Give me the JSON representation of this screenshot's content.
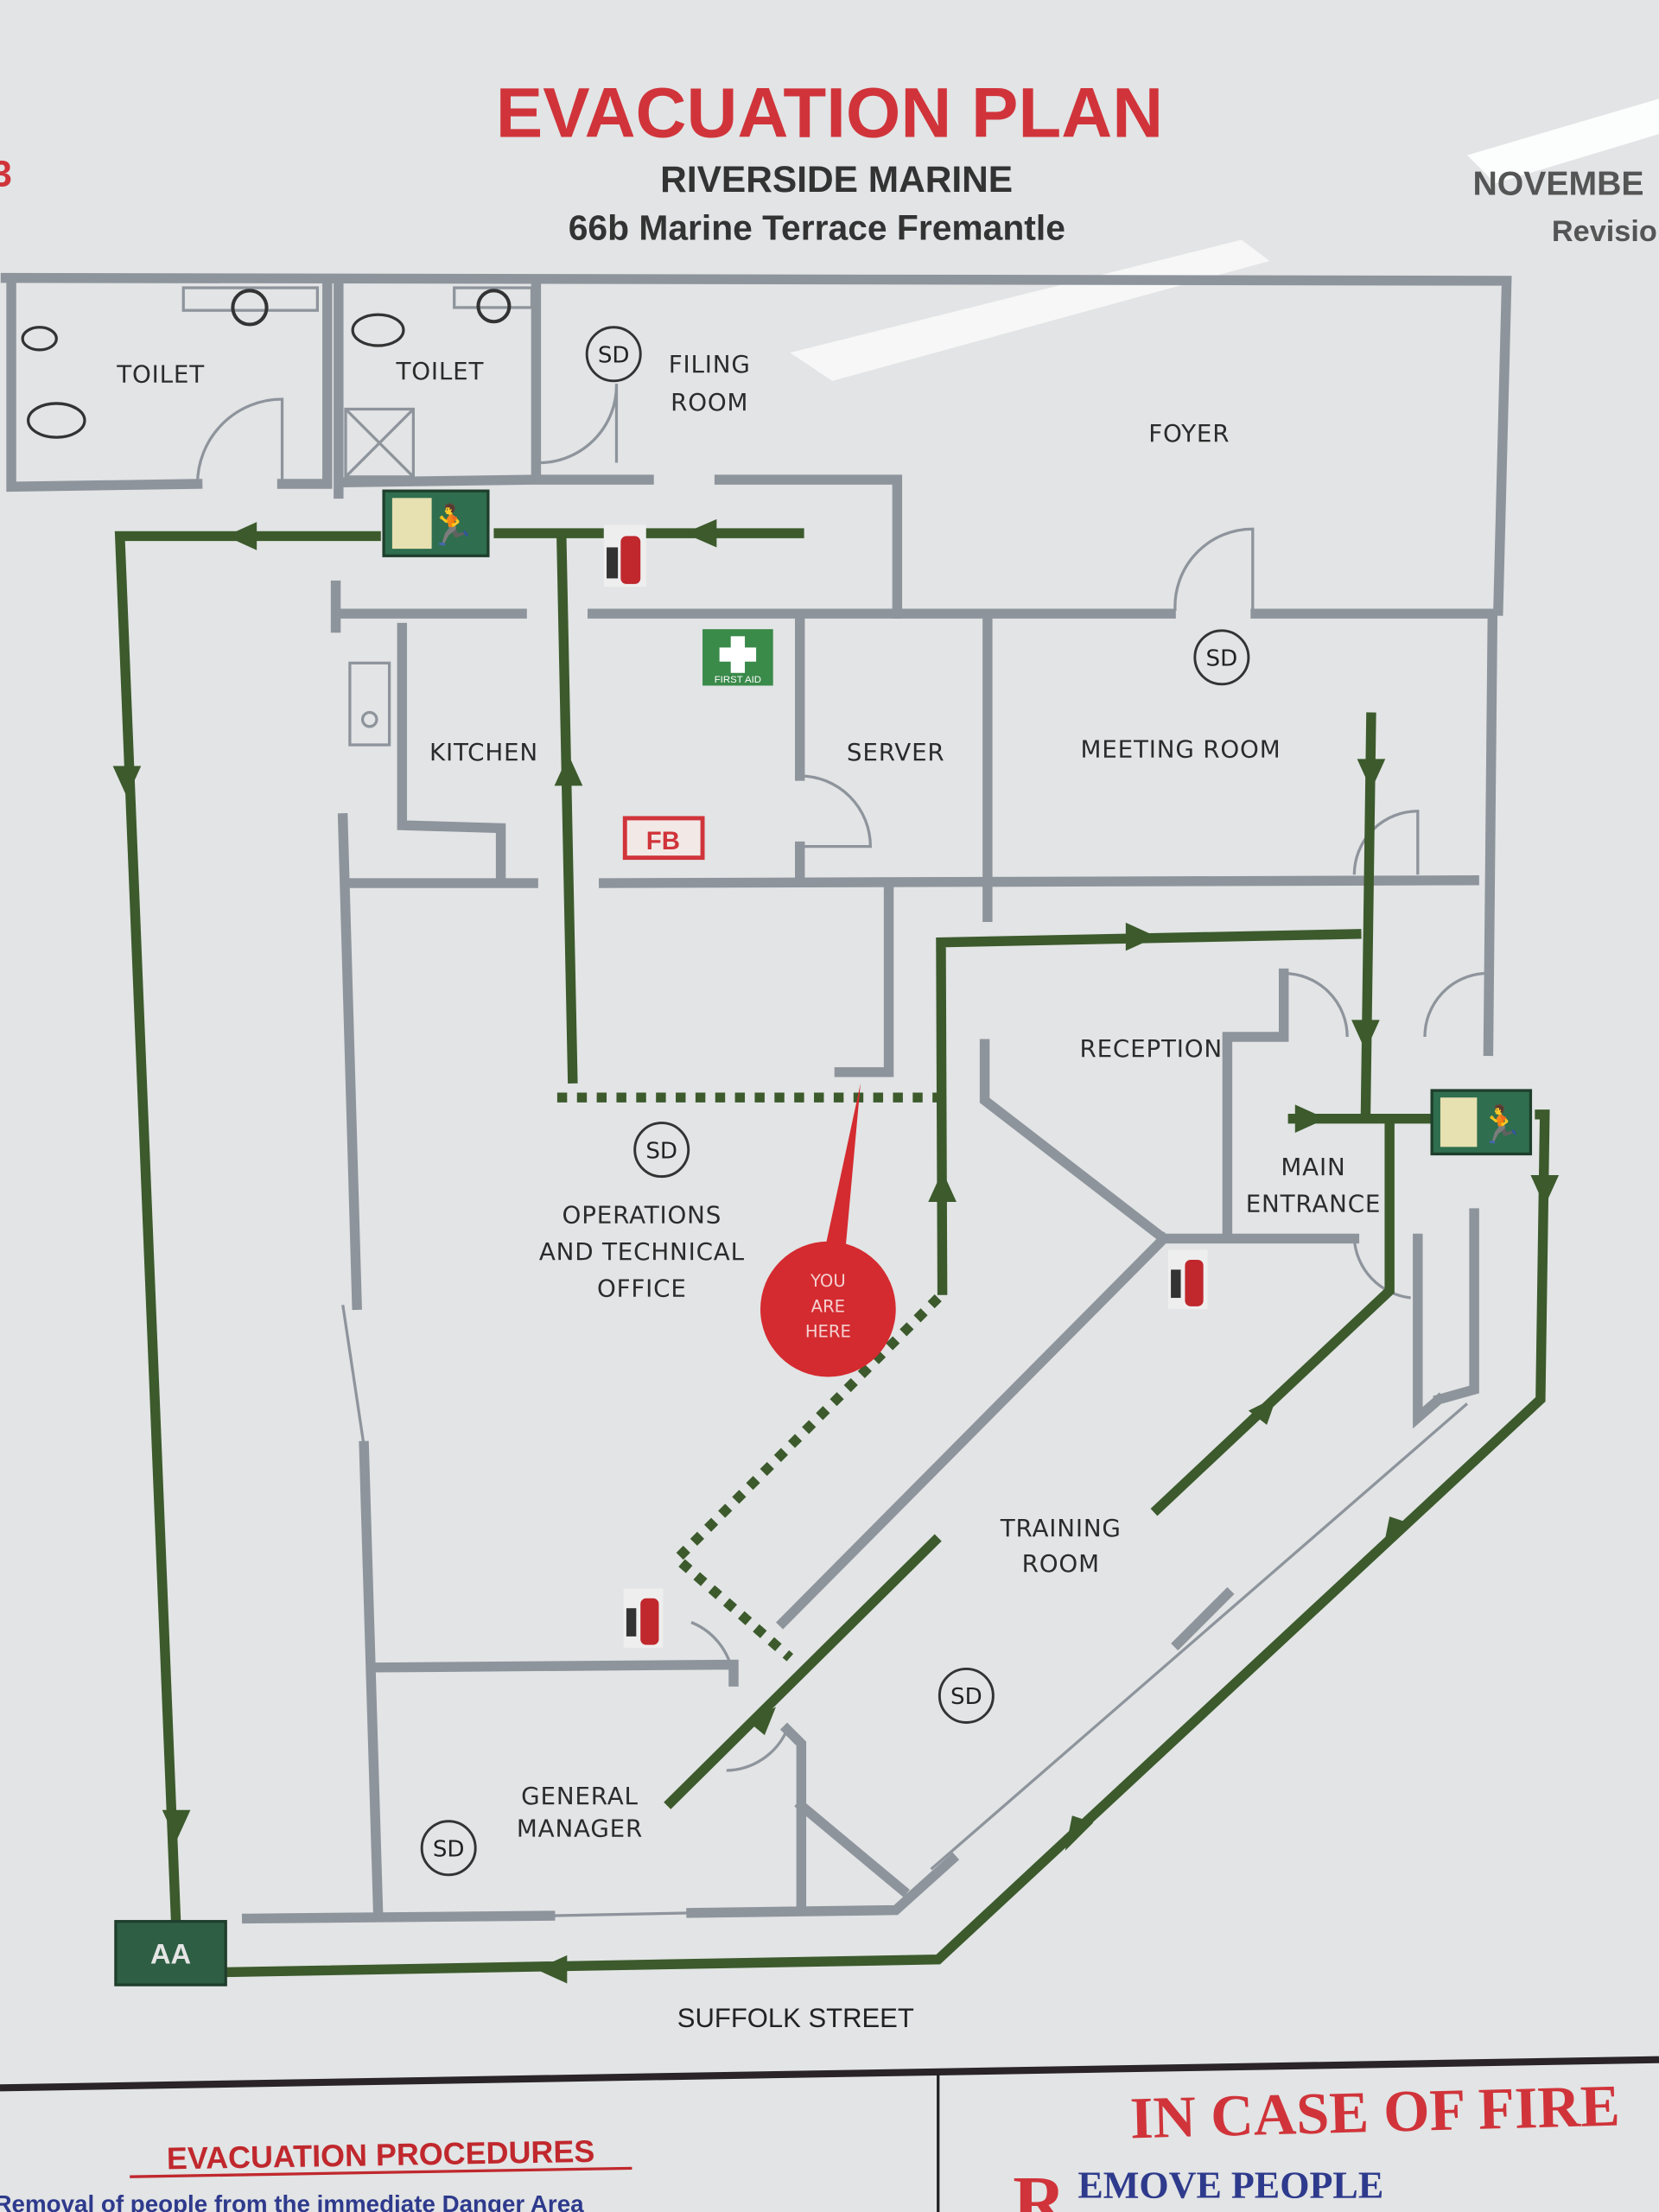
{
  "header": {
    "title": "EVACUATION PLAN",
    "company": "RIVERSIDE MARINE",
    "address": "66b Marine Terrace Fremantle",
    "date": "NOVEMBE",
    "revision": "Revisio",
    "left_fragment": "3"
  },
  "rooms": {
    "toilet1": "TOILET",
    "toilet2": "TOILET",
    "filing1": "FILING",
    "filing2": "ROOM",
    "foyer": "FOYER",
    "kitchen": "KITCHEN",
    "server": "SERVER",
    "meeting": "MEETING ROOM",
    "reception": "RECEPTION",
    "main1": "MAIN",
    "main2": "ENTRANCE",
    "ops1": "OPERATIONS",
    "ops2": "AND TECHNICAL",
    "ops3": "OFFICE",
    "training1": "TRAINING",
    "training2": "ROOM",
    "gm1": "GENERAL",
    "gm2": "MANAGER"
  },
  "markers": {
    "sd": "SD",
    "first_aid": "FIRST AID",
    "fb": "FB",
    "you1": "YOU",
    "you2": "ARE",
    "you3": "HERE",
    "assembly": "AA"
  },
  "street": "SUFFOLK STREET",
  "procedures": {
    "title": "EVACUATION PROCEDURES",
    "line1": "Removal of people from the immediate Danger Area"
  },
  "fire": {
    "title": "IN CASE OF FIRE",
    "r_initial": "R",
    "r_rest": "EMOVE PEOPLE"
  },
  "colors": {
    "red": "#d0343a",
    "green": "#3c5a2c",
    "wall": "#8e949c",
    "blue": "#2e3a8c"
  }
}
